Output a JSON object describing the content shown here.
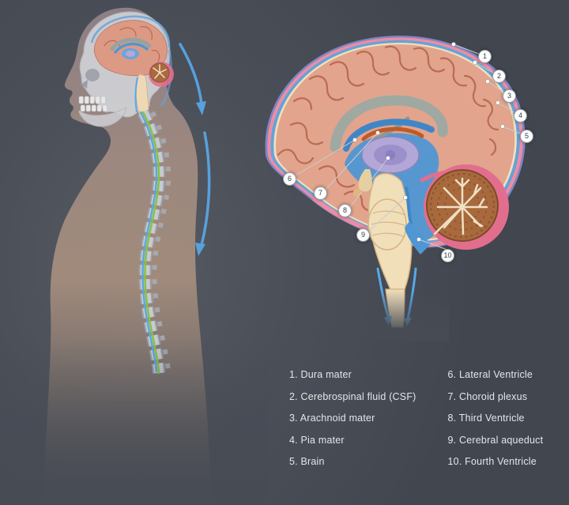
{
  "callouts": [
    "1",
    "2",
    "3",
    "4",
    "5",
    "6",
    "7",
    "8",
    "9",
    "10"
  ],
  "legend": {
    "left_column": [
      "1. Dura mater",
      "2. Cerebrospinal fluid (CSF)",
      "3. Arachnoid mater",
      "4. Pia mater",
      "5. Brain"
    ],
    "right_column": [
      "6. Lateral Ventricle",
      "7. Choroid plexus",
      "8. Third Ventricle",
      "9. Cerebral aqueduct",
      "10. Fourth Ventricle"
    ]
  },
  "colors": {
    "background": "#474b54",
    "dura_violet": "#7f86c6",
    "meninges_pink": "#ee8da0",
    "csf_blue": "#4f97d4",
    "pia_cream": "#eee2c0",
    "brain_salmon": "#e2a48c",
    "gyri_line": "#b4624a",
    "thalamus_lavender": "#b2a7d6",
    "choroid_orange": "#c05a28",
    "cerebellum_brown": "#a8693d",
    "brainstem_cream": "#f1dfba",
    "spinal_cord_green": "#8cc043",
    "flow_arrow_blue": "#58a8e8"
  }
}
